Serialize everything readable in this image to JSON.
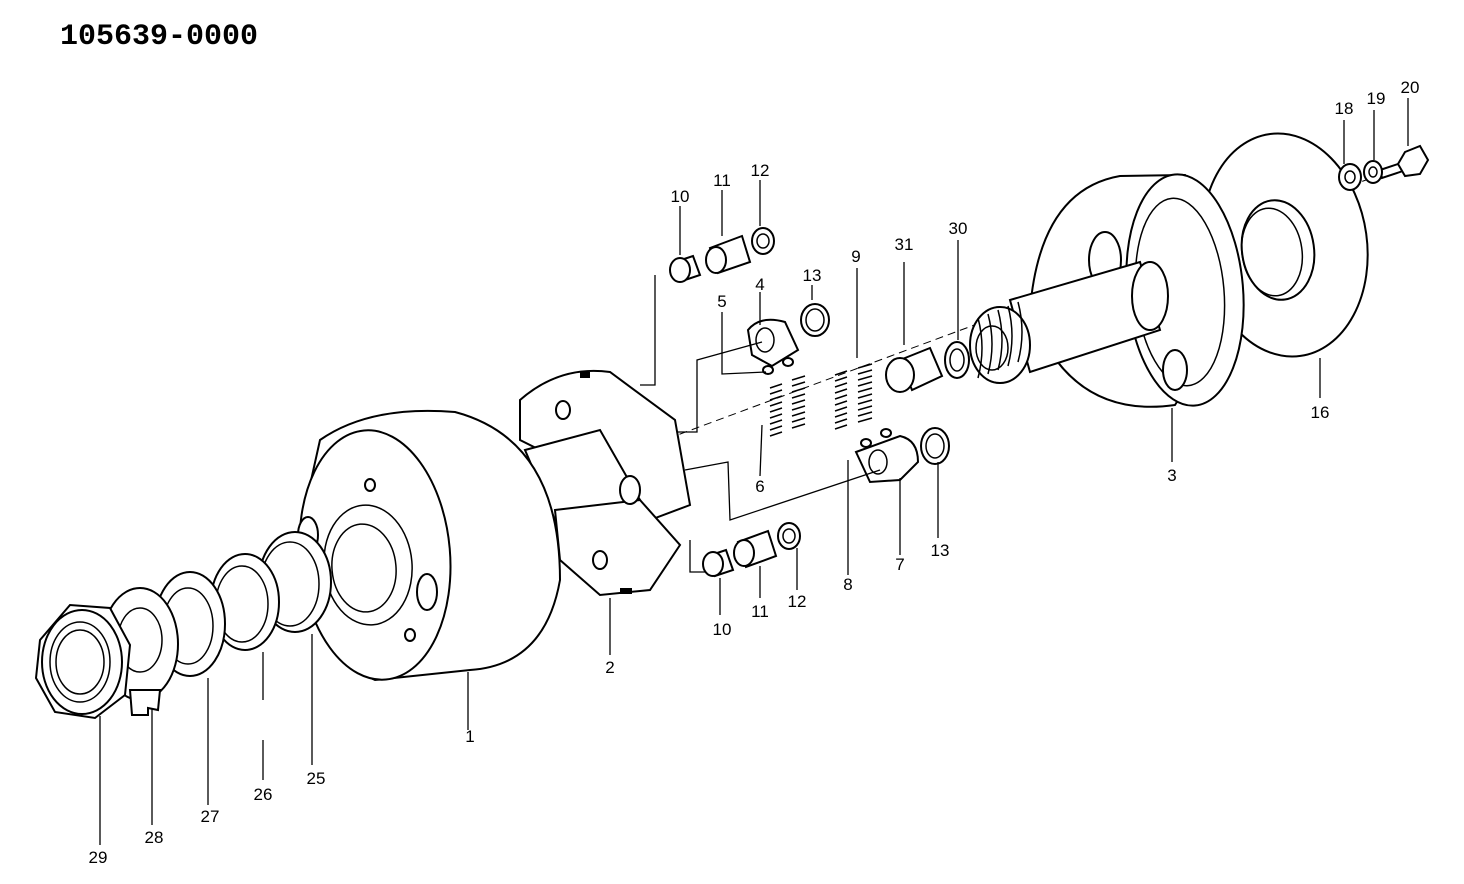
{
  "title": "105639-0000",
  "callouts": {
    "c1": "1",
    "c2": "2",
    "c3": "3",
    "c4": "4",
    "c5": "5",
    "c6": "6",
    "c7": "7",
    "c8": "8",
    "c9": "9",
    "c10a": "10",
    "c10b": "10",
    "c11a": "11",
    "c11b": "11",
    "c12a": "12",
    "c12b": "12",
    "c13a": "13",
    "c13b": "13",
    "c16": "16",
    "c18": "18",
    "c19": "19",
    "c20": "20",
    "c25": "25",
    "c26": "26",
    "c27": "27",
    "c28": "28",
    "c29": "29",
    "c30": "30",
    "c31": "31"
  }
}
